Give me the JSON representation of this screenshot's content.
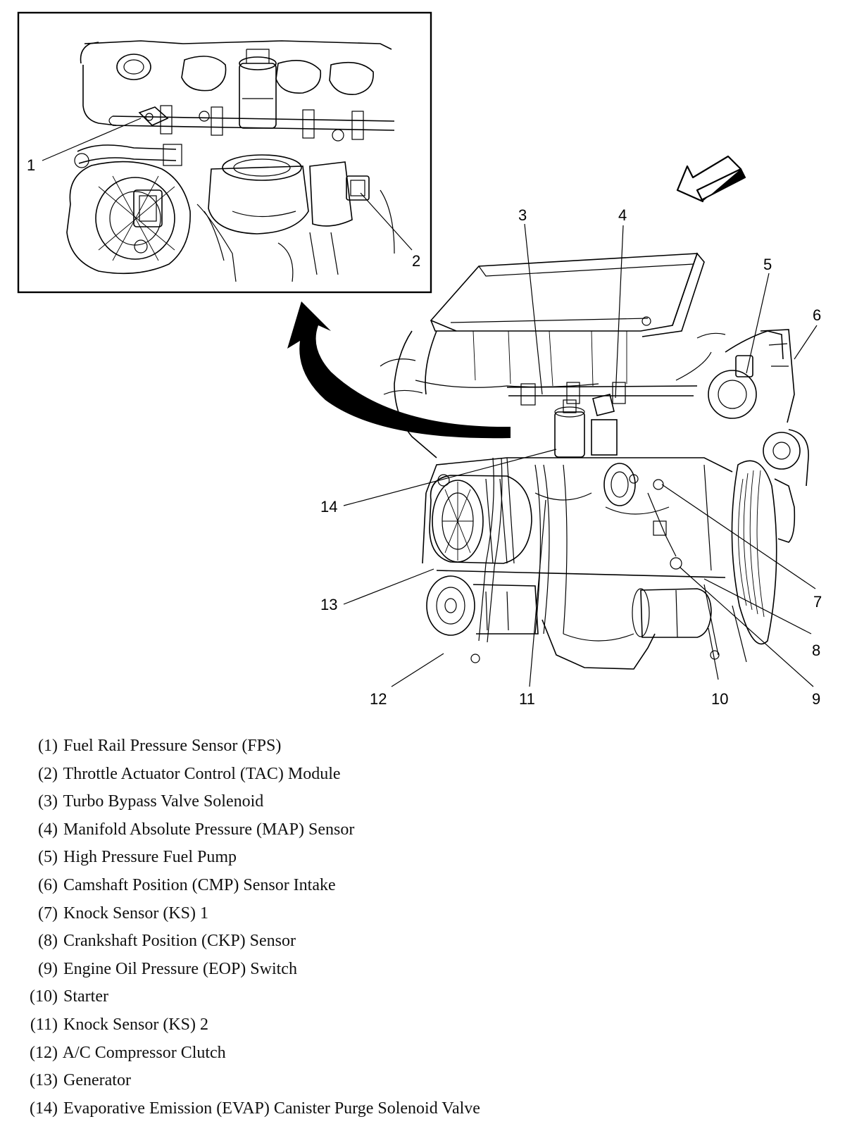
{
  "callouts": [
    "1",
    "2",
    "3",
    "4",
    "5",
    "6",
    "7",
    "8",
    "9",
    "10",
    "11",
    "12",
    "13",
    "14"
  ],
  "legend": [
    {
      "num": "(1)",
      "text": "Fuel Rail Pressure Sensor (FPS)"
    },
    {
      "num": "(2)",
      "text": "Throttle Actuator Control (TAC) Module"
    },
    {
      "num": "(3)",
      "text": "Turbo Bypass Valve Solenoid"
    },
    {
      "num": "(4)",
      "text": "Manifold Absolute Pressure (MAP) Sensor"
    },
    {
      "num": "(5)",
      "text": "High Pressure Fuel Pump"
    },
    {
      "num": "(6)",
      "text": "Camshaft Position (CMP) Sensor Intake"
    },
    {
      "num": "(7)",
      "text": "Knock Sensor (KS) 1"
    },
    {
      "num": "(8)",
      "text": "Crankshaft Position (CKP) Sensor"
    },
    {
      "num": "(9)",
      "text": "Engine Oil Pressure (EOP) Switch"
    },
    {
      "num": "(10)",
      "text": "Starter"
    },
    {
      "num": "(11)",
      "text": "Knock Sensor (KS) 2"
    },
    {
      "num": "(12)",
      "text": "A/C Compressor Clutch"
    },
    {
      "num": "(13)",
      "text": "Generator"
    },
    {
      "num": "(14)",
      "text": "Evaporative Emission (EVAP) Canister Purge Solenoid Valve"
    }
  ]
}
